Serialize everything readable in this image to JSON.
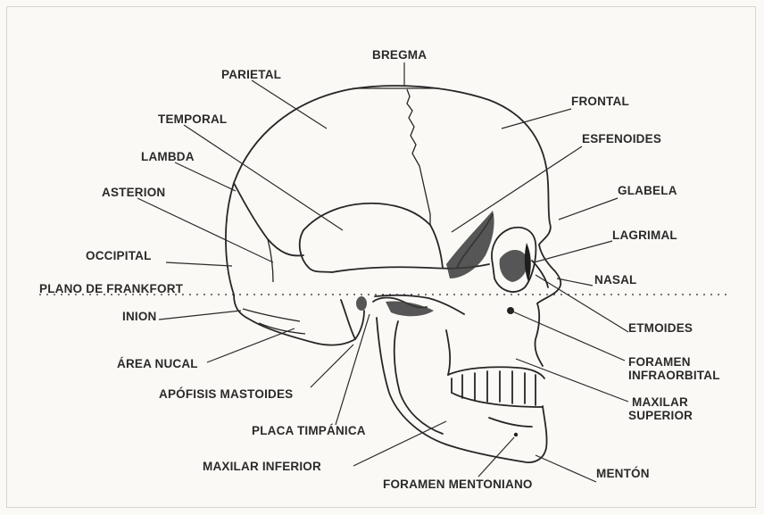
{
  "labels": {
    "bregma": "BREGMA",
    "parietal": "PARIETAL",
    "frontal": "FRONTAL",
    "temporal": "TEMPORAL",
    "esfenoides": "ESFENOIDES",
    "lambda": "LAMBDA",
    "glabela": "GLABELA",
    "asterion": "ASTERION",
    "lagrimal": "LAGRIMAL",
    "occipital": "OCCIPITAL",
    "nasal": "NASAL",
    "plano_frankfort": "PLANO DE FRANKFORT",
    "inion": "INION",
    "etmoides": "ETMOIDES",
    "area_nucal": "ÁREA NUCAL",
    "foramen_infraorbital_1": "FORAMEN",
    "foramen_infraorbital_2": "INFRAORBITAL",
    "apofisis_mastoides": "APÓFISIS MASTOIDES",
    "maxilar_superior_1": "MAXILAR",
    "maxilar_superior_2": "SUPERIOR",
    "placa_timpanica": "PLACA TIMPÁNICA",
    "maxilar_inferior": "MAXILAR INFERIOR",
    "menton": "MENTÓN",
    "foramen_mentoniano": "FORAMEN MENTONIANO"
  }
}
